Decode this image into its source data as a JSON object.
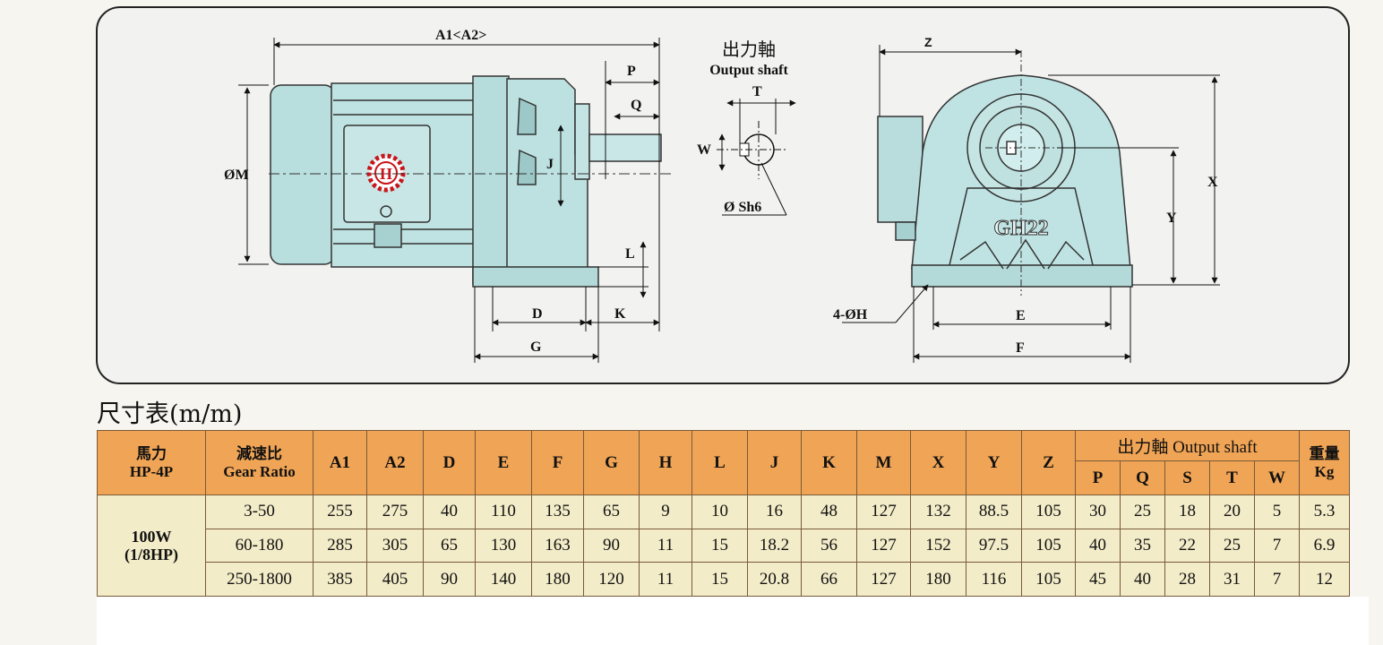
{
  "drawing": {
    "side_labels": {
      "a1a2": "A1<A2>",
      "p": "P",
      "q": "Q",
      "j": "J",
      "m": "ØM",
      "l": "L",
      "d": "D",
      "k": "K",
      "g": "G"
    },
    "output_shaft": {
      "title_cn": "出力軸",
      "title_en": "Output shaft",
      "t": "T",
      "w": "W",
      "sh6": "Ø Sh6"
    },
    "front_labels": {
      "z": "Z",
      "x": "X",
      "y": "Y",
      "e": "E",
      "f": "F",
      "holes": "4-ØH",
      "model": "GH22"
    },
    "logo_letter": "H"
  },
  "table": {
    "title": "尺寸表(m/m)",
    "col_hp_cn": "馬力",
    "col_hp_en": "HP-4P",
    "col_ratio_cn": "減速比",
    "col_ratio_en": "Gear Ratio",
    "dim_headers": [
      "A1",
      "A2",
      "D",
      "E",
      "F",
      "G",
      "H",
      "L",
      "J",
      "K",
      "M",
      "X",
      "Y",
      "Z"
    ],
    "output_shaft_header": "出力軸 Output shaft",
    "shaft_headers": [
      "P",
      "Q",
      "S",
      "T",
      "W"
    ],
    "weight_cn": "重量",
    "weight_unit": "Kg",
    "model_power": "100W",
    "model_hp": "(1/8HP)",
    "rows": [
      {
        "ratio": "3-50",
        "dims": [
          "255",
          "275",
          "40",
          "110",
          "135",
          "65",
          "9",
          "10",
          "16",
          "48",
          "127",
          "132",
          "88.5",
          "105"
        ],
        "shaft": [
          "30",
          "25",
          "18",
          "20",
          "5"
        ],
        "weight": "5.3"
      },
      {
        "ratio": "60-180",
        "dims": [
          "285",
          "305",
          "65",
          "130",
          "163",
          "90",
          "11",
          "15",
          "18.2",
          "56",
          "127",
          "152",
          "97.5",
          "105"
        ],
        "shaft": [
          "40",
          "35",
          "22",
          "25",
          "7"
        ],
        "weight": "6.9"
      },
      {
        "ratio": "250-1800",
        "dims": [
          "385",
          "405",
          "90",
          "140",
          "180",
          "120",
          "11",
          "15",
          "20.8",
          "66",
          "127",
          "180",
          "116",
          "105"
        ],
        "shaft": [
          "45",
          "40",
          "28",
          "31",
          "7"
        ],
        "weight": "12"
      }
    ]
  }
}
